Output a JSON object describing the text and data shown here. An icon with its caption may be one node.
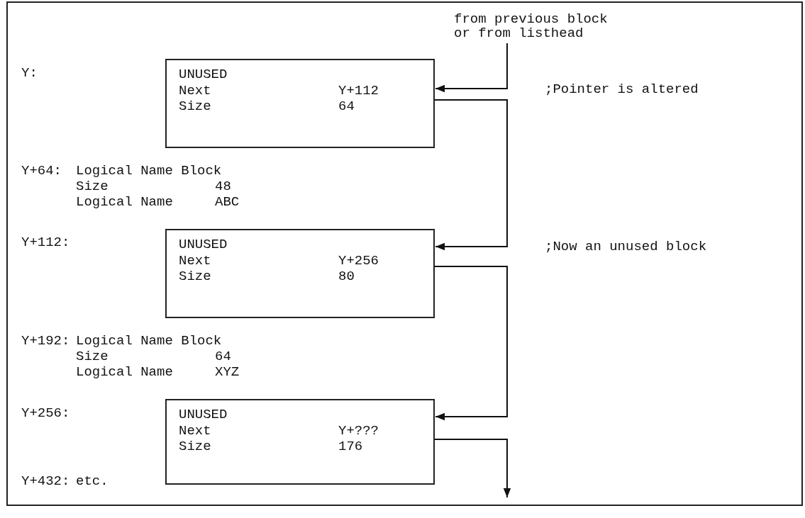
{
  "diagram": {
    "nodes": [
      {
        "text": [
          "from previous block or from listhead"
        ]
      },
      {
        "text": [
          "UNUSED",
          "Next",
          "Y+112",
          "Size",
          "64"
        ]
      },
      {
        "text": [
          "UNUSED",
          "Next",
          "Y+256",
          "Size",
          "80"
        ]
      },
      {
        "text": [
          "UNUSED",
          "Next",
          "Y+???",
          "Size",
          "176"
        ]
      }
    ],
    "edges": [
      {
        "from": 0,
        "to": 1,
        "arrow": "to"
      },
      {
        "from": 1,
        "to": 2,
        "arrow": "to"
      },
      {
        "from": 2,
        "to": 3,
        "arrow": "to"
      },
      {
        "from": 3,
        "to": null,
        "arrow": "to"
      }
    ],
    "labels": [
      "Y:",
      ";Pointer is altered",
      "Y+64:",
      "Logical Name Block",
      "Size",
      "48",
      "Logical Name",
      "ABC",
      "Y+112:",
      ";Now an unused block",
      "Y+192:",
      "Logical Name Block",
      "Size",
      "64",
      "Logical Name",
      "XYZ",
      "Y+256:",
      "Y+432:",
      "etc."
    ]
  }
}
